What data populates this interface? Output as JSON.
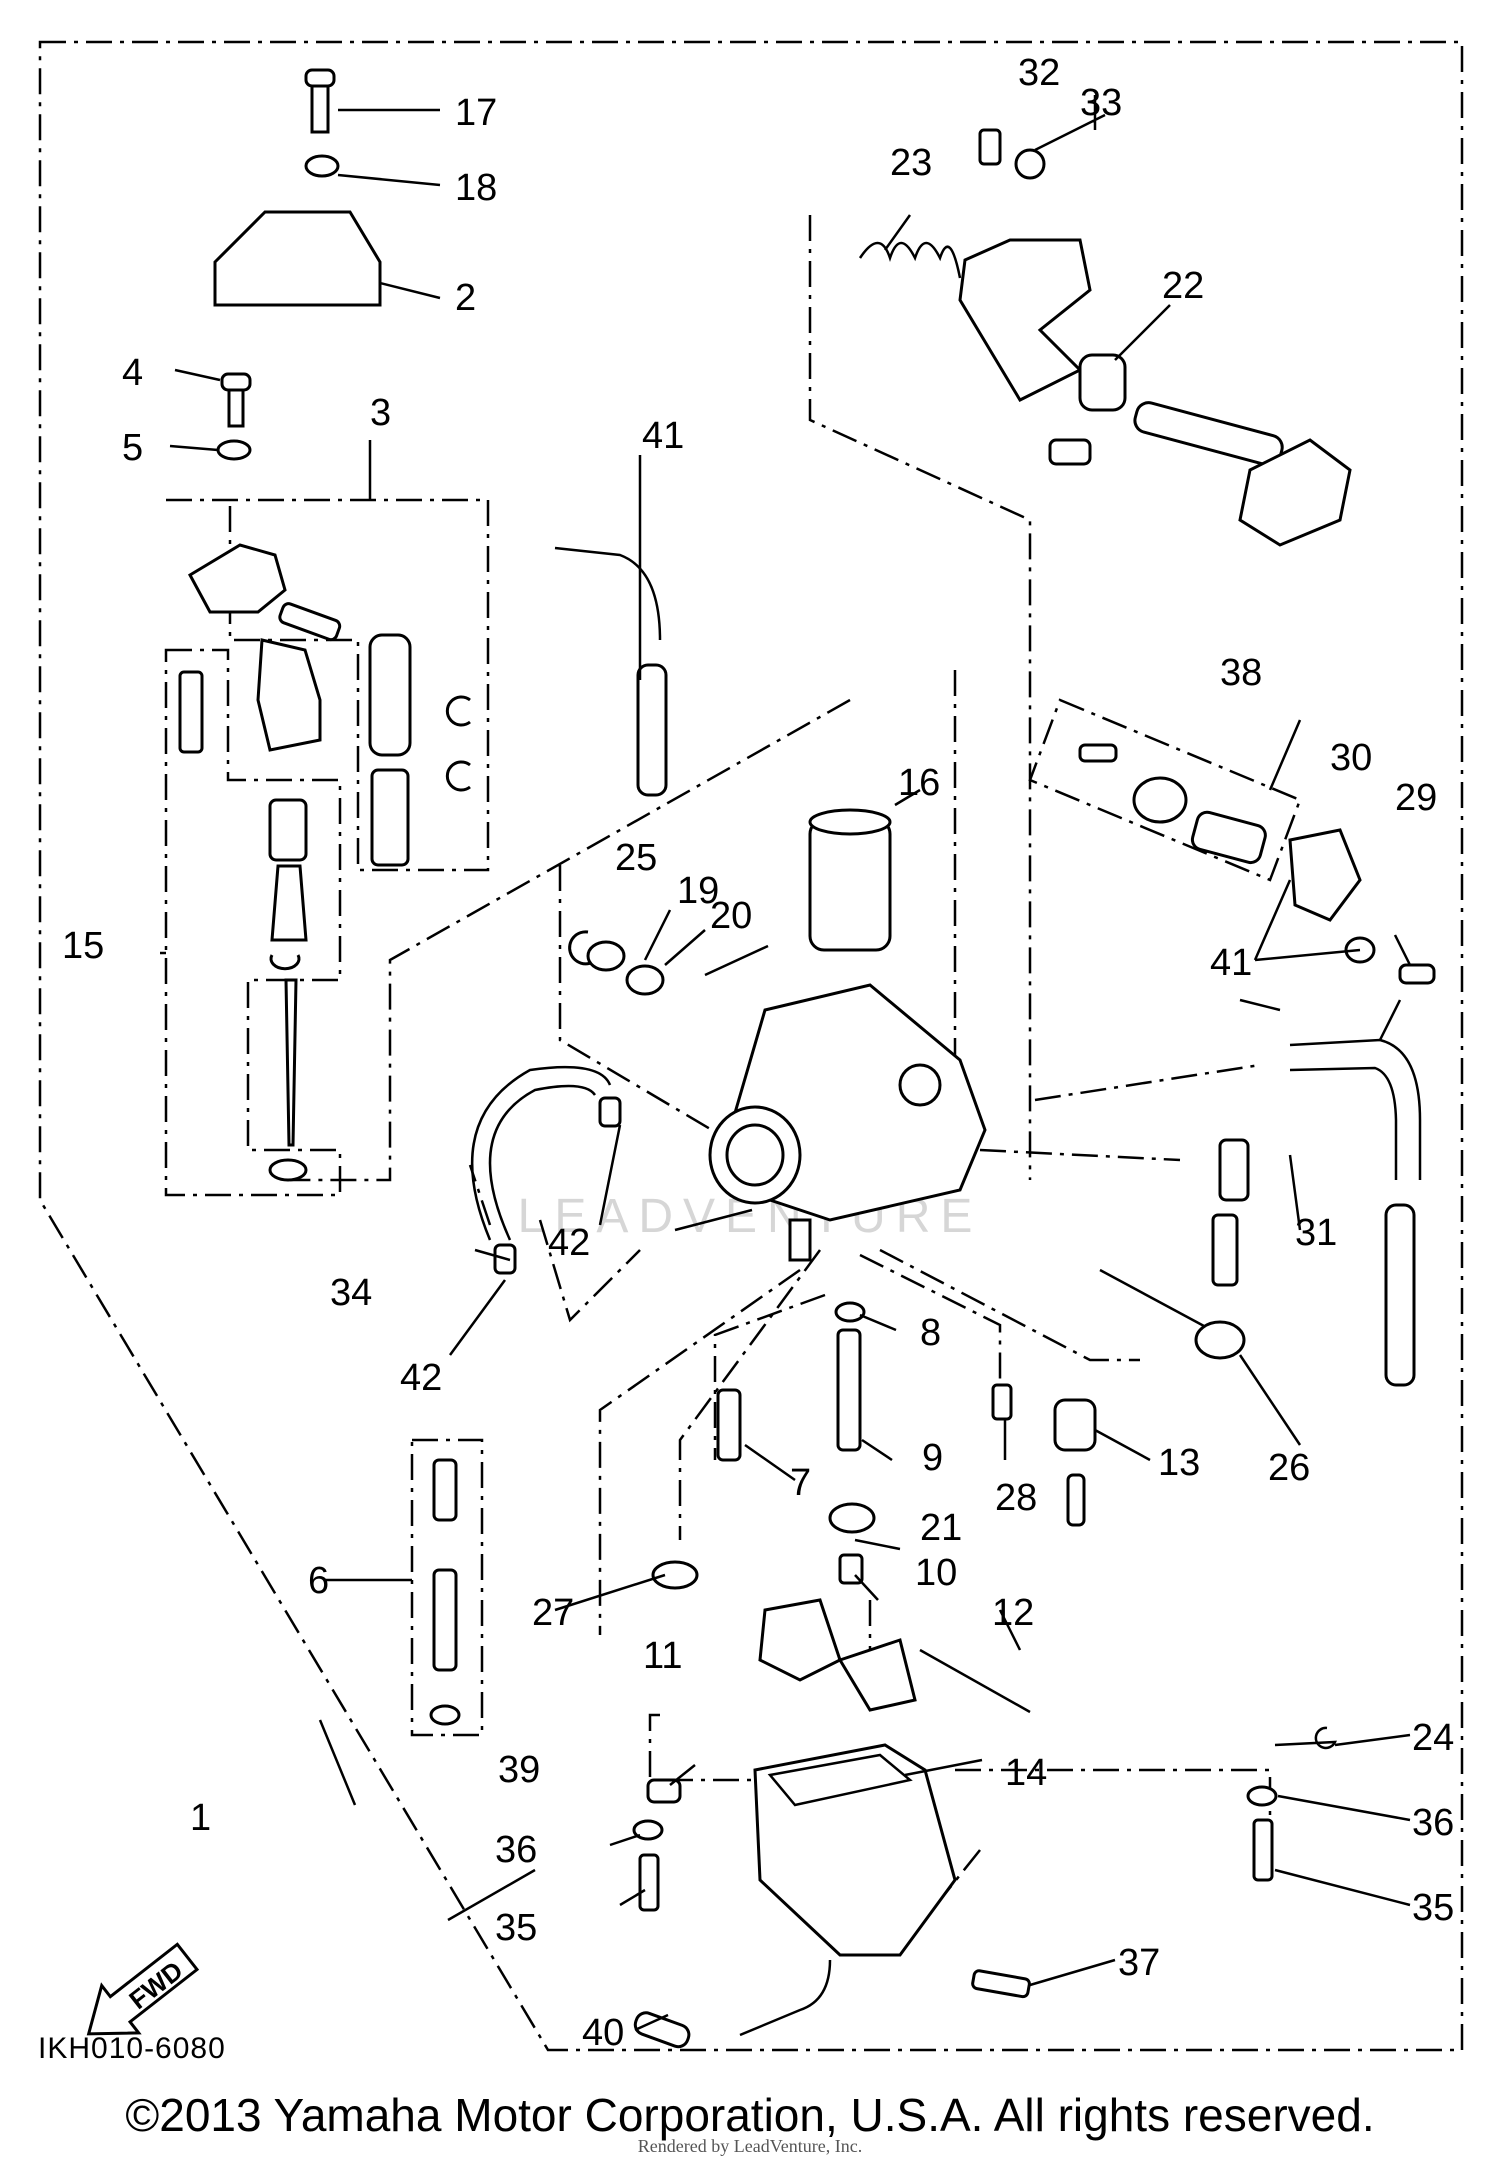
{
  "diagram": {
    "part_callouts": [
      "1",
      "2",
      "3",
      "4",
      "5",
      "6",
      "7",
      "8",
      "9",
      "10",
      "11",
      "12",
      "13",
      "14",
      "15",
      "16",
      "17",
      "18",
      "19",
      "20",
      "21",
      "22",
      "23",
      "24",
      "25",
      "26",
      "27",
      "28",
      "29",
      "30",
      "31",
      "32",
      "33",
      "34",
      "35",
      "36",
      "37",
      "38",
      "39",
      "40",
      "41",
      "42"
    ],
    "diagram_code": "IKH010-6080",
    "fwd_arrow_label": "FWD",
    "watermark": "LEADVENTURE",
    "copyright": "©2013 Yamaha Motor Corporation, U.S.A. All rights reserved.",
    "render_credit": "Rendered by LeadVenture, Inc."
  }
}
